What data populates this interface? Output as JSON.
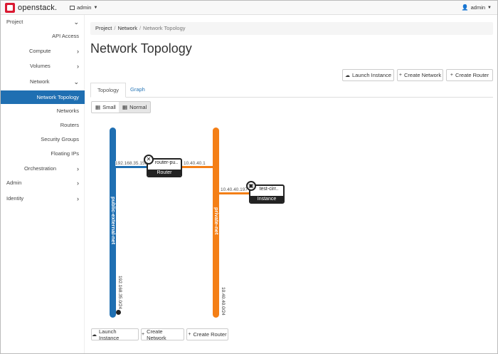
{
  "brand": {
    "name": "openstack."
  },
  "topbar": {
    "project_menu": "admin",
    "user_menu": "admin"
  },
  "sidebar": {
    "project": "Project",
    "api_access": "API Access",
    "compute": "Compute",
    "volumes": "Volumes",
    "network": "Network",
    "network_topology": "Network Topology",
    "networks": "Networks",
    "routers": "Routers",
    "security_groups": "Security Groups",
    "floating_ips": "Floating IPs",
    "orchestration": "Orchestration",
    "admin": "Admin",
    "identity": "Identity"
  },
  "breadcrumb": {
    "project": "Project",
    "network": "Network",
    "current": "Network Topology"
  },
  "page_title": "Network Topology",
  "actions": {
    "launch_instance": "Launch Instance",
    "create_network": "Create Network",
    "create_router": "Create Router"
  },
  "tabs": {
    "topology": "Topology",
    "graph": "Graph"
  },
  "size": {
    "small": "Small",
    "normal": "Normal"
  },
  "colors": {
    "public_net": "#1f6fb2",
    "private_net": "#f47f16",
    "active_nav": "#1f6fb2"
  },
  "topology": {
    "networks": [
      {
        "name": "public-external-net",
        "cidr": "192.168.35.0/24",
        "color": "#1f6fb2"
      },
      {
        "name": "private-net",
        "cidr": "10.40.40.0/24",
        "color": "#f47f16"
      }
    ],
    "router": {
      "name": "router-pu..",
      "type": "Router",
      "public_ip": "192.168.35.158",
      "private_ip": "10.40.40.1"
    },
    "instance": {
      "name": "test-cirr..",
      "type": "Instance",
      "ip": "10.40.40.197"
    }
  }
}
